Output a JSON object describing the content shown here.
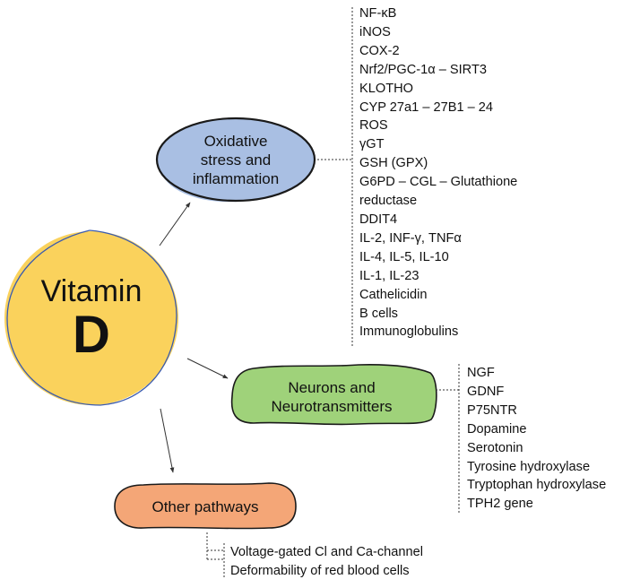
{
  "vitamin": {
    "word": "Vitamin",
    "letter": "D",
    "fill": "#fad25c",
    "outline": "#3a5bb0"
  },
  "nodes": {
    "oxidative": {
      "label": "Oxidative\nstress and\ninflammation",
      "fill": "#a9bfe3"
    },
    "neurons": {
      "label": "Neurons and\nNeurotransmitters",
      "fill": "#9fd27a"
    },
    "other": {
      "label": "Other pathways",
      "fill": "#f4a677"
    }
  },
  "lists": {
    "oxidative": [
      "NF-κB",
      "iNOS",
      "COX-2",
      "Nrf2/PGC-1α – SIRT3",
      "KLOTHO",
      "CYP 27a1 – 27B1 – 24",
      "ROS",
      "γGT",
      "GSH (GPX)",
      "G6PD – CGL – Glutathione",
      "reductase",
      "DDIT4",
      "IL-2, INF-γ, TNFα",
      "IL-4, IL-5, IL-10",
      "IL-1, IL-23",
      "Cathelicidin",
      "B cells",
      "Immunoglobulins"
    ],
    "neurons": [
      "NGF",
      "GDNF",
      "P75NTR",
      "Dopamine",
      "Serotonin",
      "Tyrosine hydroxylase",
      "Tryptophan hydroxylase",
      "TPH2 gene"
    ],
    "other": [
      "Voltage-gated Cl and Ca-channel",
      "Deformability of red blood cells"
    ]
  }
}
